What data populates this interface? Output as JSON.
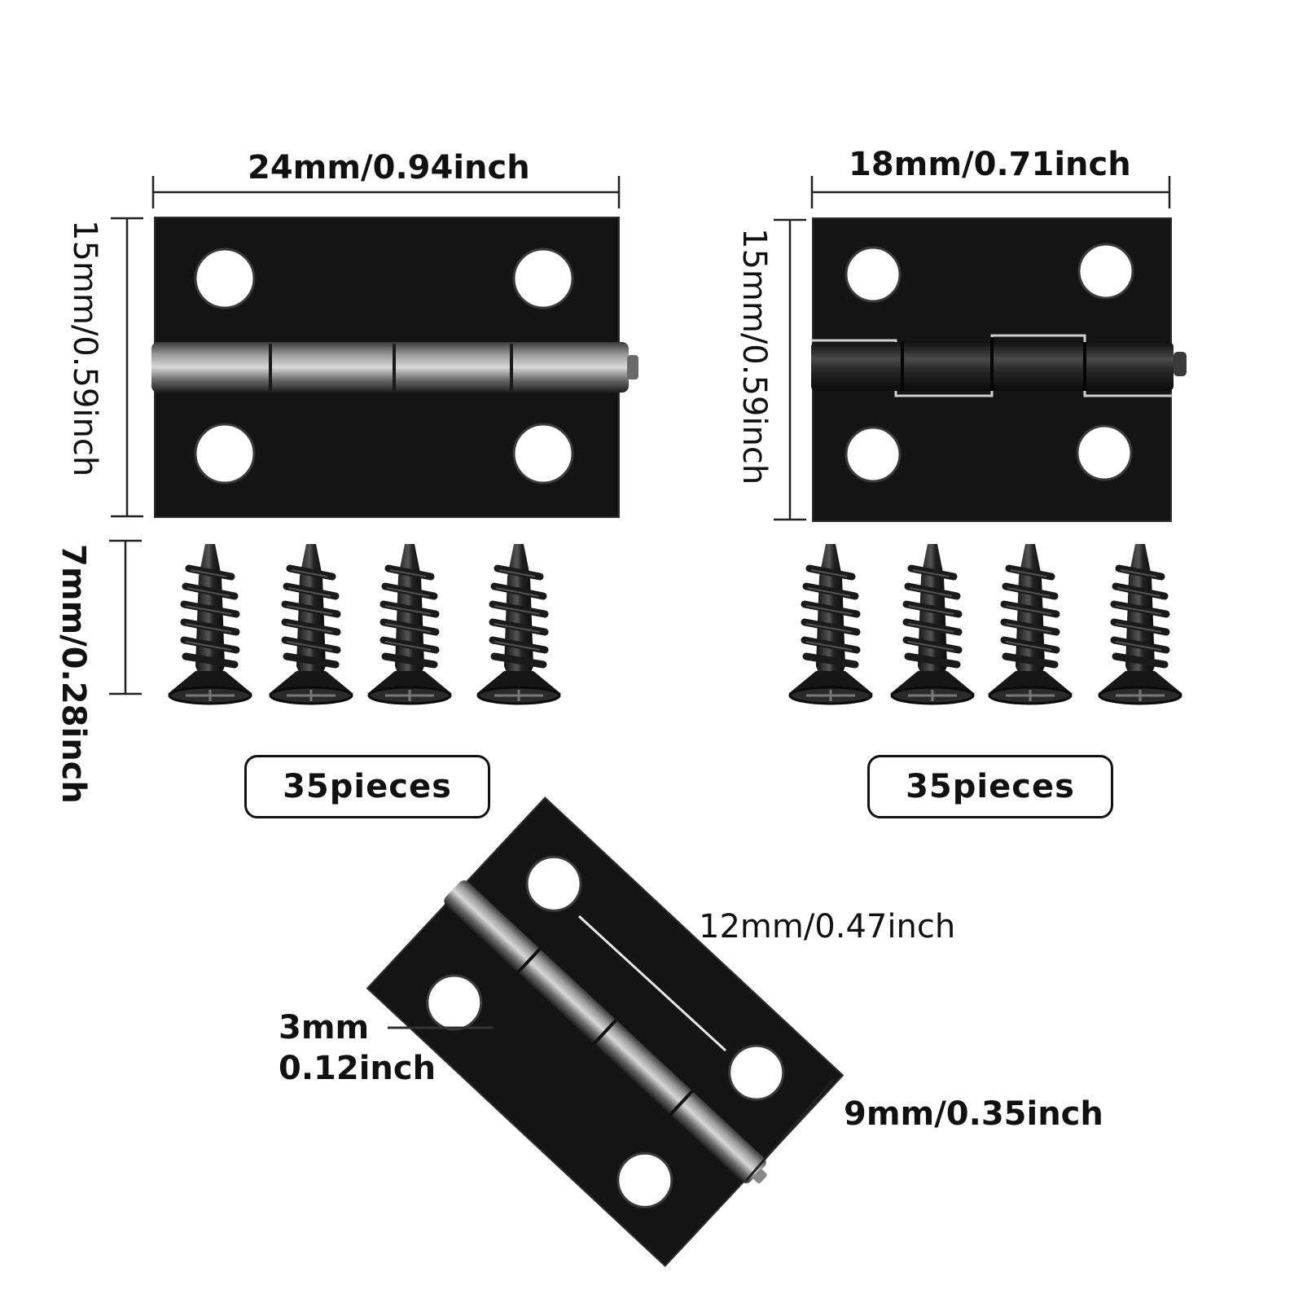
{
  "left_set": {
    "width_label": "24mm/0.94inch",
    "height_label": "15mm/0.59inch",
    "screw_label": "7mm/0.28inch",
    "quantity_label": "35pieces"
  },
  "right_set": {
    "width_label": "18mm/0.71inch",
    "height_label": "15mm/0.59inch",
    "quantity_label": "35pieces"
  },
  "detail_hinge": {
    "hole_spacing_label": "12mm/0.47inch",
    "hole_diameter_line1": "3mm",
    "hole_diameter_line2": "0.12inch",
    "leaf_width_label": "9mm/0.35inch"
  },
  "colors": {
    "hinge_body": "#141414",
    "hinge_edge": "#2e2e2e",
    "pin_light": "#8a8a8a",
    "text": "#111111",
    "background": "#ffffff"
  }
}
